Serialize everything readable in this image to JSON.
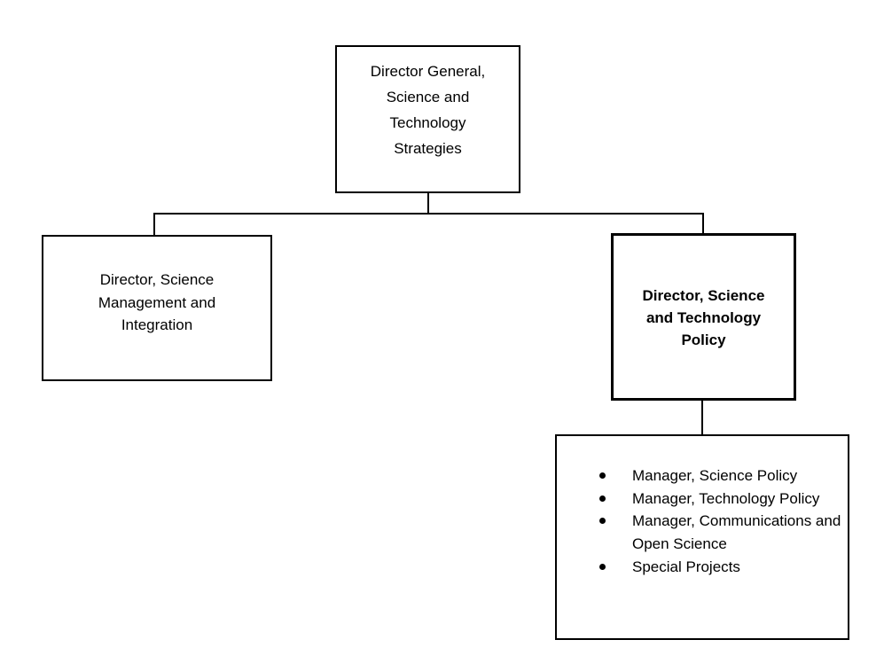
{
  "chart": {
    "top": {
      "label": "Director General, Science and Technology Strategies",
      "lines": [
        "Director General,",
        "Science and",
        "Technology",
        "Strategies"
      ]
    },
    "left": {
      "label": "Director, Science Management and Integration",
      "lines": [
        "Director, Science",
        "Management and",
        "Integration"
      ]
    },
    "right": {
      "label": "Director, Science and Technology Policy",
      "lines": [
        "Director, Science",
        "and Technology",
        "Policy"
      ]
    },
    "reports": {
      "items": [
        "Manager, Science Policy",
        "Manager, Technology Policy",
        "Manager, Communications and Open Science",
        "Special Projects"
      ]
    }
  },
  "colors": {
    "border": "#000000",
    "background": "#ffffff",
    "text": "#000000"
  }
}
